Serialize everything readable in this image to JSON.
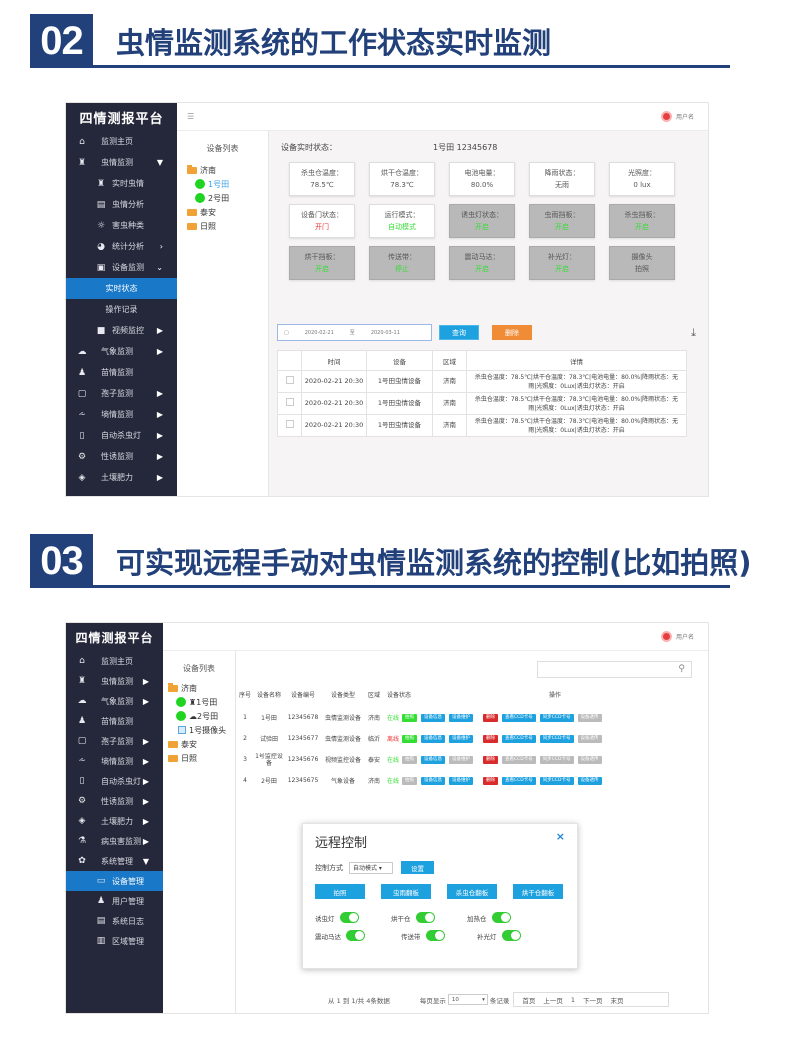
{
  "section2": {
    "number": "02",
    "title": "虫情监测系统的工作状态实时监测",
    "app": {
      "brand": "四情测报平台",
      "user": "用户名",
      "sidebar": [
        {
          "icon": "home-icon",
          "glyph": "⌂",
          "label": "监测主页"
        },
        {
          "icon": "bug-icon",
          "glyph": "♜",
          "label": "虫情监测",
          "arrow": "▼"
        },
        {
          "icon": "bug-small-icon",
          "glyph": "♜",
          "label": "实时虫情",
          "sub": true
        },
        {
          "icon": "chart-icon",
          "glyph": "▤",
          "label": "虫情分析",
          "sub": true
        },
        {
          "icon": "pest-icon",
          "glyph": "☼",
          "label": "害虫种类",
          "sub": true
        },
        {
          "icon": "pie-icon",
          "glyph": "◕",
          "label": "统计分析",
          "sub": true,
          "arrow": "›"
        },
        {
          "icon": "briefcase-icon",
          "glyph": "▣",
          "label": "设备监测",
          "sub": true,
          "arrow": "⌄"
        },
        {
          "icon": "",
          "glyph": "",
          "label": "实时状态",
          "sub2": true,
          "active": true
        },
        {
          "icon": "",
          "glyph": "",
          "label": "操作记录",
          "sub2": true
        },
        {
          "icon": "video-icon",
          "glyph": "■",
          "label": "视频监控",
          "sub": true,
          "arrow": "▶"
        },
        {
          "icon": "cloud-icon",
          "glyph": "☁",
          "label": "气象监测",
          "arrow": "▶"
        },
        {
          "icon": "bell-icon",
          "glyph": "♟",
          "label": "苗情监测"
        },
        {
          "icon": "spore-icon",
          "glyph": "▢",
          "label": "孢子监测",
          "arrow": "▶"
        },
        {
          "icon": "moisture-icon",
          "glyph": "⩪",
          "label": "墒情监测",
          "arrow": "▶"
        },
        {
          "icon": "lamp-icon",
          "glyph": "▯",
          "label": "自动杀虫灯",
          "arrow": "▶"
        },
        {
          "icon": "gear-icon",
          "glyph": "⚙",
          "label": "性诱监测",
          "arrow": "▶"
        },
        {
          "icon": "soil-icon",
          "glyph": "◈",
          "label": "土壤肥力",
          "arrow": "▶"
        }
      ],
      "tree": {
        "title": "设备列表",
        "nodes": [
          {
            "type": "folder-open",
            "label": "济南",
            "level": 0
          },
          {
            "type": "dot",
            "label": "1号田",
            "level": 1,
            "selected": true
          },
          {
            "type": "dot",
            "label": "2号田",
            "level": 1
          },
          {
            "type": "folder",
            "label": "泰安",
            "level": 0
          },
          {
            "type": "folder",
            "label": "日照",
            "level": 0
          }
        ]
      },
      "status_title": "设备实时状态：",
      "status_device": "1号田  12345678",
      "cards": [
        {
          "label": "杀虫仓温度：",
          "value": "78.5℃",
          "style": "white",
          "vc": ""
        },
        {
          "label": "烘干仓温度：",
          "value": "78.3℃",
          "style": "white",
          "vc": ""
        },
        {
          "label": "电池电量：",
          "value": "80.0%",
          "style": "white",
          "vc": ""
        },
        {
          "label": "降雨状态：",
          "value": "无雨",
          "style": "white",
          "vc": ""
        },
        {
          "label": "光照度：",
          "value": "0 lux",
          "style": "white",
          "vc": ""
        },
        {
          "label": "设备门状态：",
          "value": "开门",
          "style": "white",
          "vc": "red"
        },
        {
          "label": "运行模式：",
          "value": "自动模式",
          "style": "white",
          "vc": "green"
        },
        {
          "label": "诱虫灯状态：",
          "value": "开启",
          "style": "grey",
          "vc": "green"
        },
        {
          "label": "虫雨挡板：",
          "value": "开启",
          "style": "grey",
          "vc": "green"
        },
        {
          "label": "杀虫挡板：",
          "value": "开启",
          "style": "grey",
          "vc": "green"
        },
        {
          "label": "烘干挡板：",
          "value": "开启",
          "style": "grey",
          "vc": "green"
        },
        {
          "label": "传送带：",
          "value": "停止",
          "style": "grey",
          "vc": "green"
        },
        {
          "label": "震动马达：",
          "value": "开启",
          "style": "grey",
          "vc": "green"
        },
        {
          "label": "补光灯：",
          "value": "开启",
          "style": "grey",
          "vc": "green"
        },
        {
          "label": "摄像头",
          "value": "拍照",
          "style": "grey",
          "vc": ""
        }
      ],
      "filter": {
        "from": "2020-02-21",
        "sep": "至",
        "to": "2020-03-11"
      },
      "query_label": "查询",
      "delete_label": "删除",
      "query_color": "#1ea1df",
      "delete_color": "#f08c35",
      "log_table": {
        "headers": [
          "",
          "时间",
          "设备",
          "区域",
          "详情"
        ],
        "rows": [
          {
            "time": "2020-02-21 20:30",
            "device": "1号田虫情设备",
            "area": "济南",
            "detail": "杀虫仓温度：78.5℃|烘干仓温度：78.3℃|电池电量：80.0%|降雨状态：无雨|光照度：0Lux|诱虫灯状态：开启"
          },
          {
            "time": "2020-02-21 20:30",
            "device": "1号田虫情设备",
            "area": "济南",
            "detail": "杀虫仓温度：78.5℃|烘干仓温度：78.3℃|电池电量：80.0%|降雨状态：无雨|光照度：0Lux|诱虫灯状态：开启"
          },
          {
            "time": "2020-02-21 20:30",
            "device": "1号田虫情设备",
            "area": "济南",
            "detail": "杀虫仓温度：78.5℃|烘干仓温度：78.3℃|电池电量：80.0%|降雨状态：无雨|光照度：0Lux|诱虫灯状态：开启"
          }
        ]
      }
    }
  },
  "section3": {
    "number": "03",
    "title": "可实现远程手动对虫情监测系统的控制(比如拍照)",
    "app": {
      "brand": "四情测报平台",
      "user": "用户名",
      "sidebar": [
        {
          "icon": "home-icon",
          "glyph": "⌂",
          "label": "监测主页"
        },
        {
          "icon": "bug-icon",
          "glyph": "♜",
          "label": "虫情监测",
          "arrow": "▶"
        },
        {
          "icon": "cloud-icon",
          "glyph": "☁",
          "label": "气象监测",
          "arrow": "▶"
        },
        {
          "icon": "bell-icon",
          "glyph": "♟",
          "label": "苗情监测"
        },
        {
          "icon": "spore-icon",
          "glyph": "▢",
          "label": "孢子监测",
          "arrow": "▶"
        },
        {
          "icon": "moisture-icon",
          "glyph": "⩪",
          "label": "墒情监测",
          "arrow": "▶"
        },
        {
          "icon": "lamp-icon",
          "glyph": "▯",
          "label": "自动杀虫灯",
          "arrow": "▶"
        },
        {
          "icon": "gear-icon",
          "glyph": "⚙",
          "label": "性诱监测",
          "arrow": "▶"
        },
        {
          "icon": "soil-icon",
          "glyph": "◈",
          "label": "土壤肥力",
          "arrow": "▶"
        },
        {
          "icon": "flask-icon",
          "glyph": "⚗",
          "label": "病虫害监测",
          "arrow": "▶"
        },
        {
          "icon": "settings-icon",
          "glyph": "✿",
          "label": "系统管理",
          "arrow": "▼"
        },
        {
          "icon": "card-icon",
          "glyph": "▭",
          "label": "设备管理",
          "sub": true,
          "active": true
        },
        {
          "icon": "user-icon",
          "glyph": "♟",
          "label": "用户管理",
          "sub": true
        },
        {
          "icon": "log-icon",
          "glyph": "▤",
          "label": "系统日志",
          "sub": true
        },
        {
          "icon": "map-icon",
          "glyph": "▥",
          "label": "区域管理",
          "sub": true
        }
      ],
      "tree": {
        "title": "设备列表",
        "nodes": [
          {
            "type": "folder-open",
            "label": "济南",
            "level": 0
          },
          {
            "type": "dot",
            "label": "♜1号田",
            "level": 1
          },
          {
            "type": "dot",
            "label": "☁2号田",
            "level": 1
          },
          {
            "type": "camera",
            "label": "1号摄像头",
            "level": 1
          },
          {
            "type": "folder",
            "label": "泰安",
            "level": 0
          },
          {
            "type": "folder",
            "label": "日照",
            "level": 0
          }
        ]
      },
      "device_table": {
        "headers": [
          "序号",
          "设备名称",
          "设备编号",
          "设备类型",
          "区域",
          "设备状态",
          "操作"
        ],
        "rows": [
          {
            "no": "1",
            "name": "1号田",
            "code": "12345678",
            "type": "虫情监测设备",
            "area": "济南",
            "status": "在线",
            "status_color": "#33dd33",
            "tags": [
              {
                "t": "拍照",
                "c": "t-green"
              },
              {
                "t": "设备信息",
                "c": "t-blue"
              },
              {
                "t": "设备维护",
                "c": "t-blue"
              },
              {
                "t": "删除",
                "c": "t-red"
              },
              {
                "t": "查看CCD卡号",
                "c": "t-blue"
              },
              {
                "t": "同步CCD卡号",
                "c": "t-blue"
              },
              {
                "t": "设备透传",
                "c": "t-grey"
              }
            ]
          },
          {
            "no": "2",
            "name": "试验田",
            "code": "12345677",
            "type": "虫情监测设备",
            "area": "临沂",
            "status": "离线",
            "status_color": "#ee3333",
            "tags": [
              {
                "t": "拍照",
                "c": "t-green"
              },
              {
                "t": "设备信息",
                "c": "t-blue"
              },
              {
                "t": "设备维护",
                "c": "t-blue"
              },
              {
                "t": "删除",
                "c": "t-red"
              },
              {
                "t": "查看CCD卡号",
                "c": "t-blue"
              },
              {
                "t": "同步CCD卡号",
                "c": "t-blue"
              },
              {
                "t": "设备透传",
                "c": "t-grey"
              }
            ]
          },
          {
            "no": "3",
            "name": "1号监控设备",
            "code": "12345676",
            "type": "视频监控设备",
            "area": "泰安",
            "status": "在线",
            "status_color": "#33dd33",
            "tags": [
              {
                "t": "拍照",
                "c": "t-grey"
              },
              {
                "t": "设备信息",
                "c": "t-blue"
              },
              {
                "t": "设备维护",
                "c": "t-grey"
              },
              {
                "t": "删除",
                "c": "t-red"
              },
              {
                "t": "查看CCD卡号",
                "c": "t-grey"
              },
              {
                "t": "同步CCD卡号",
                "c": "t-grey"
              },
              {
                "t": "设备透传",
                "c": "t-grey"
              }
            ]
          },
          {
            "no": "4",
            "name": "2号田",
            "code": "12345675",
            "type": "气象设备",
            "area": "济南",
            "status": "在线",
            "status_color": "#33dd33",
            "tags": [
              {
                "t": "拍照",
                "c": "t-grey"
              },
              {
                "t": "设备信息",
                "c": "t-blue"
              },
              {
                "t": "设备维护",
                "c": "t-blue"
              },
              {
                "t": "删除",
                "c": "t-red"
              },
              {
                "t": "查看CCD卡号",
                "c": "t-blue"
              },
              {
                "t": "同步CCD卡号",
                "c": "t-blue"
              },
              {
                "t": "设备透传",
                "c": "t-blue"
              }
            ]
          }
        ]
      },
      "modal": {
        "title": "远程控制",
        "close": "×",
        "mode_label": "控制方式",
        "mode_value": "自动模式 ▾",
        "set_label": "设置",
        "buttons": [
          "拍照",
          "虫雨翻板",
          "杀虫仓翻板",
          "烘干仓翻板"
        ],
        "switches": [
          {
            "label": "诱虫灯",
            "on": true
          },
          {
            "label": "烘干仓",
            "on": true
          },
          {
            "label": "加热仓",
            "on": true
          },
          {
            "label": "震动马达",
            "on": true
          },
          {
            "label": "传送带",
            "on": true
          },
          {
            "label": "补光灯",
            "on": true
          }
        ]
      },
      "footer": {
        "summary": "从 1 到 1/共 4条数据",
        "per_page_label": "每页显示",
        "per_page_value": "10",
        "per_page_suffix": "条记录",
        "pager": [
          "首页",
          "上一页",
          "1",
          "下一页",
          "末页"
        ]
      }
    }
  }
}
